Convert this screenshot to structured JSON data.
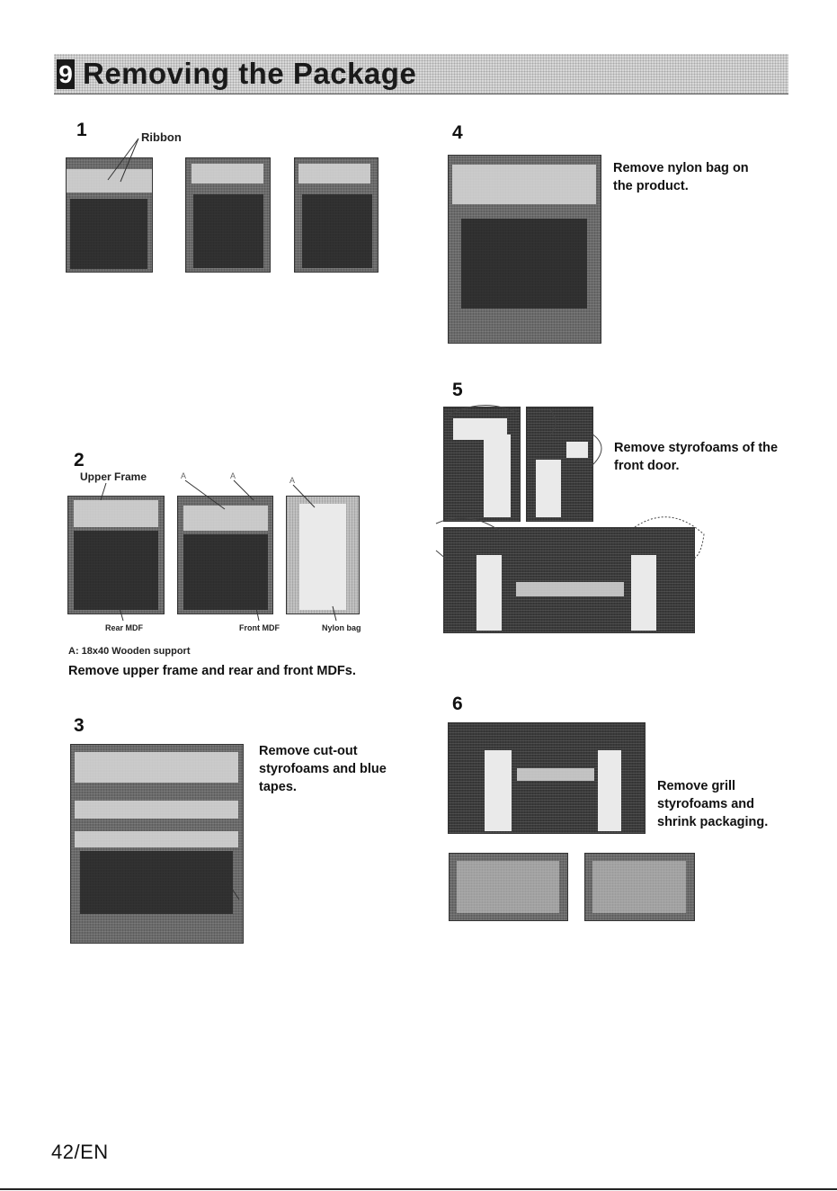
{
  "header": {
    "section_number": "9",
    "title": "Removing the Package"
  },
  "steps": {
    "s1": {
      "number": "1",
      "label_ribbon": "Ribbon"
    },
    "s2": {
      "number": "2",
      "label_upper_frame": "Upper Frame",
      "label_a1": "A",
      "label_a2": "A",
      "label_a3": "A",
      "label_rear_mdf": "Rear MDF",
      "label_front_mdf": "Front MDF",
      "label_nylon_bag": "Nylon bag",
      "note": "A: 18x40 Wooden support",
      "instruction": "Remove upper frame and rear and front MDFs."
    },
    "s3": {
      "number": "3",
      "instruction_lines": [
        "Remove cut-out",
        "styrofoams and blue",
        "tapes."
      ]
    },
    "s4": {
      "number": "4",
      "instruction_lines": [
        "Remove nylon bag on",
        "the product."
      ]
    },
    "s5": {
      "number": "5",
      "instruction_lines": [
        "Remove styrofoams of the",
        "front door."
      ]
    },
    "s6": {
      "number": "6",
      "instruction_lines": [
        "Remove grill",
        "styrofoams and",
        "shrink packaging."
      ]
    }
  },
  "footer": {
    "page_label": "42/EN"
  },
  "icons": {
    "photo": "photo-image-icon"
  }
}
